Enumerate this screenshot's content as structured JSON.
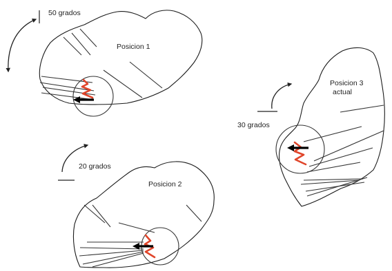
{
  "positions": [
    {
      "name": "Posicion 1",
      "sub": "",
      "angle": "50 grados"
    },
    {
      "name": "Posicion 2",
      "sub": "",
      "angle": "20 grados"
    },
    {
      "name": "Posicion 3",
      "sub": "actual",
      "angle": "30 grados"
    }
  ],
  "colors": {
    "fire": "#e0452a",
    "outline": "#1a1a1a",
    "arrow": "#000000"
  },
  "icons": [
    "rotation-arrow-icon",
    "fire-icon",
    "left-arrow-icon"
  ]
}
